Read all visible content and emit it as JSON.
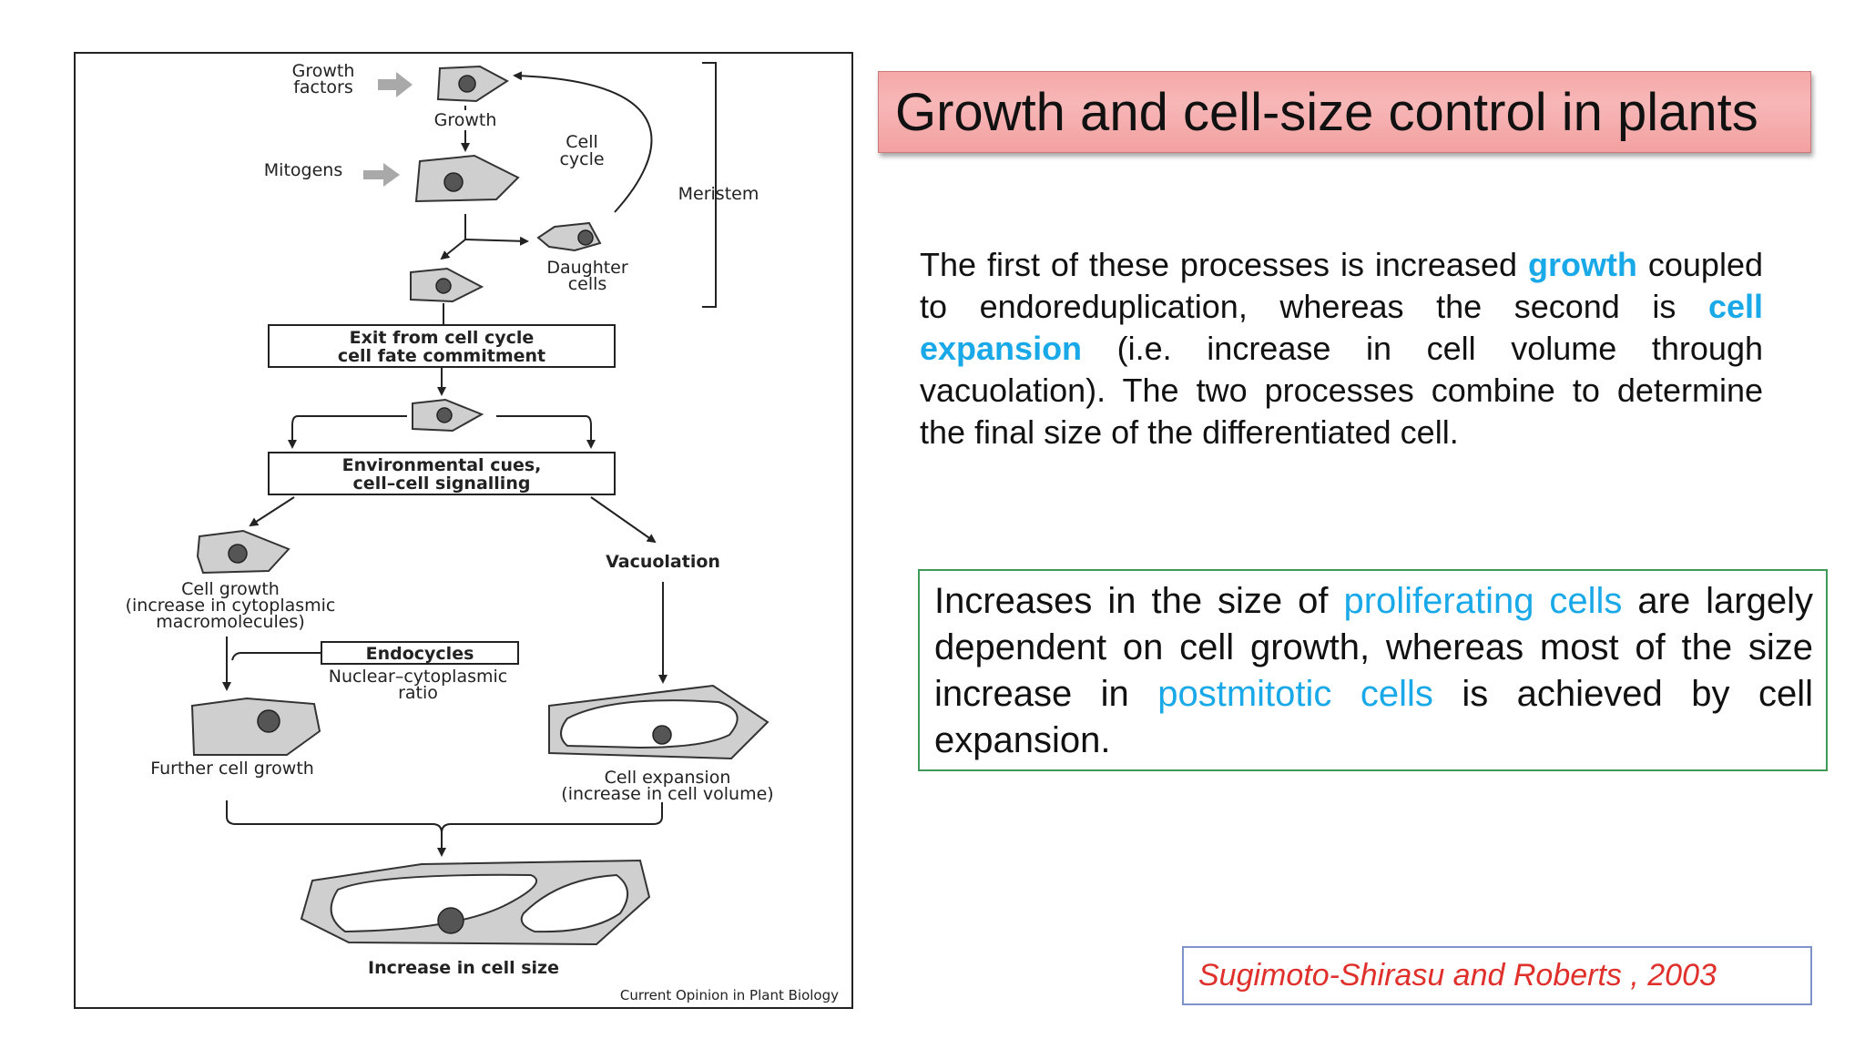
{
  "slide": {
    "title": "Growth and cell-size control in plants",
    "paragraph1": {
      "t1": "The first of these processes is increased ",
      "growth": "growth",
      "t2": " coupled to endoreduplication, whereas the second is ",
      "cell_expansion": "cell expansion",
      "t3": " (i.e. increase in cell volume through vacuolation). The two processes combine to determine the final size of the differentiated cell."
    },
    "paragraph2": {
      "t1": "Increases in the size of ",
      "proliferating": "proliferating cells",
      "t2": " are largely dependent on cell growth, whereas most of the size increase in ",
      "postmitotic": "postmitotic cells",
      "t3": " is achieved by cell expansion."
    },
    "citation": "Sugimoto-Shirasu and Roberts , 2003"
  },
  "figure": {
    "growth_factors": [
      "Growth",
      "factors"
    ],
    "growth": "Growth",
    "mitogens": "Mitogens",
    "cell_cycle": [
      "Cell",
      "cycle"
    ],
    "meristem": "Meristem",
    "daughter_cells": [
      "Daughter",
      "cells"
    ],
    "exit_box": [
      "Exit from cell cycle",
      "cell fate commitment"
    ],
    "env_box": [
      "Environmental cues,",
      "cell–cell signalling"
    ],
    "cell_growth": [
      "Cell growth",
      "(increase in cytoplasmic",
      "macromolecules)"
    ],
    "vacuolation": "Vacuolation",
    "endocycles": "Endocycles",
    "nc_ratio": [
      "Nuclear–cytoplasmic",
      "ratio"
    ],
    "further_growth": "Further cell growth",
    "cell_expansion": [
      "Cell expansion",
      "(increase in cell volume)"
    ],
    "increase_size": "Increase in cell size",
    "source": "Current Opinion in Plant Biology"
  },
  "colors": {
    "highlight": "#1aa9e8",
    "title_bg": "#f6a8a8",
    "box2_border": "#3f9a5a",
    "citation_text": "#e0302b",
    "citation_border": "#7d93c9"
  }
}
